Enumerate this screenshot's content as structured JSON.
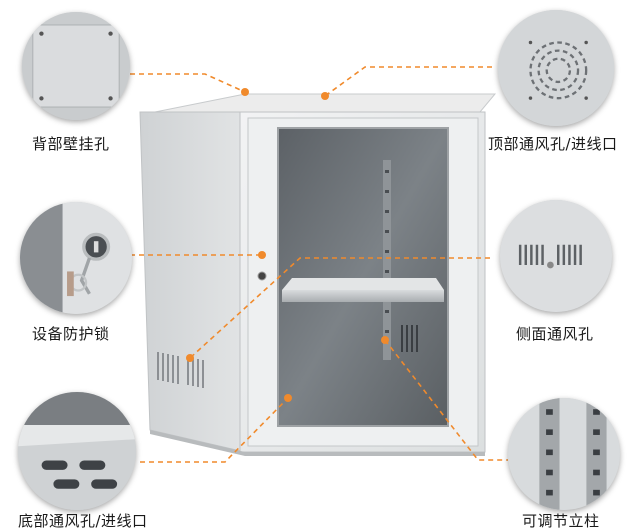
{
  "callouts": [
    {
      "label": "背部壁挂孔"
    },
    {
      "label": "顶部通风孔/进线口"
    },
    {
      "label": "设备防护锁"
    },
    {
      "label": "侧面通风孔"
    },
    {
      "label": "底部通风孔/进线口"
    },
    {
      "label": "可调节立柱"
    }
  ],
  "colors": {
    "leader_line": "#f08a2c",
    "cabinet_body": "#e8eaeb",
    "glass": "#6f7478"
  }
}
